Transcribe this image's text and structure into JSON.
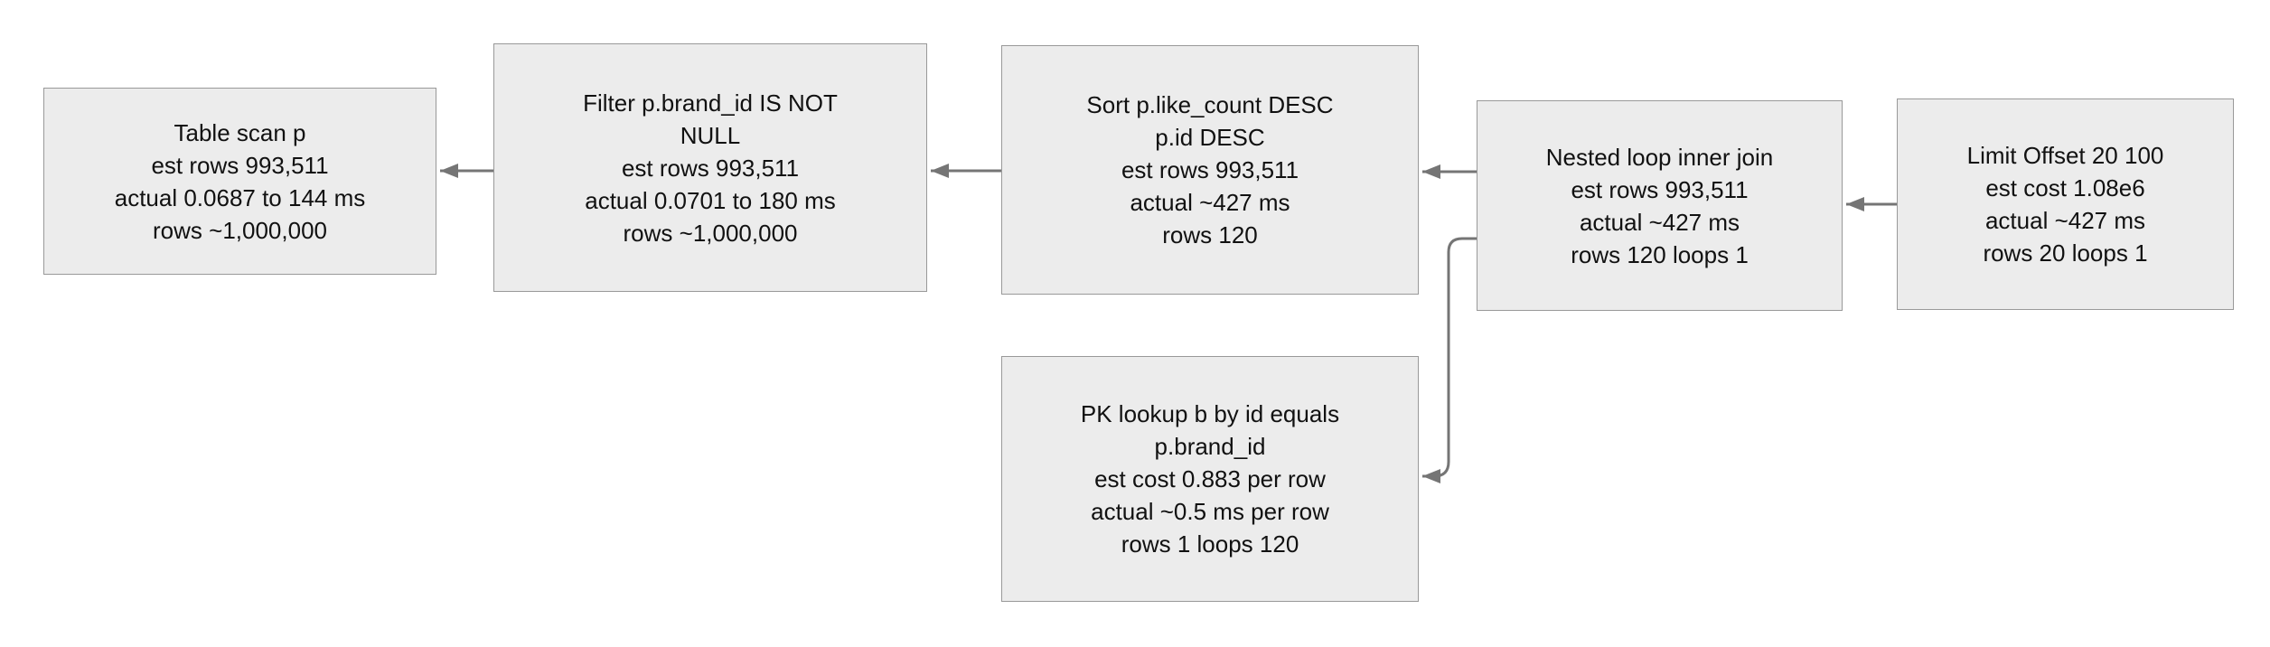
{
  "diagram": {
    "title": "Query execution plan flowchart",
    "colors": {
      "background": "#ffffff",
      "node_fill": "#ececec",
      "node_border": "#999999",
      "edge": "#757575",
      "text": "#111111"
    },
    "nodes": [
      {
        "id": "table_scan",
        "lines": [
          "Table scan p",
          "est rows 993,511",
          "actual 0.0687 to 144 ms",
          "rows ~1,000,000"
        ]
      },
      {
        "id": "filter",
        "lines": [
          "Filter p.brand_id IS NOT",
          "NULL",
          "est rows 993,511",
          "actual 0.0701 to 180 ms",
          "rows ~1,000,000"
        ]
      },
      {
        "id": "sort",
        "lines": [
          "Sort p.like_count DESC",
          "p.id DESC",
          "est rows 993,511",
          "actual ~427 ms",
          "rows 120"
        ]
      },
      {
        "id": "nested_loop",
        "lines": [
          "Nested loop inner join",
          "est rows 993,511",
          "actual ~427 ms",
          "rows 120 loops 1"
        ]
      },
      {
        "id": "limit",
        "lines": [
          "Limit Offset 20 100",
          "est cost 1.08e6",
          "actual ~427 ms",
          "rows 20 loops 1"
        ]
      },
      {
        "id": "pk_lookup",
        "lines": [
          "PK lookup b by id equals",
          "p.brand_id",
          "est cost 0.883 per row",
          "actual ~0.5 ms per row",
          "rows 1 loops 120"
        ]
      }
    ],
    "edges": [
      {
        "id": "filter_to_table_scan",
        "from": "filter",
        "to": "table_scan"
      },
      {
        "id": "sort_to_filter",
        "from": "sort",
        "to": "filter"
      },
      {
        "id": "nested_loop_to_sort",
        "from": "nested_loop",
        "to": "sort"
      },
      {
        "id": "limit_to_nested_loop",
        "from": "limit",
        "to": "nested_loop"
      },
      {
        "id": "nested_loop_to_pk_lookup",
        "from": "nested_loop",
        "to": "pk_lookup"
      }
    ]
  }
}
